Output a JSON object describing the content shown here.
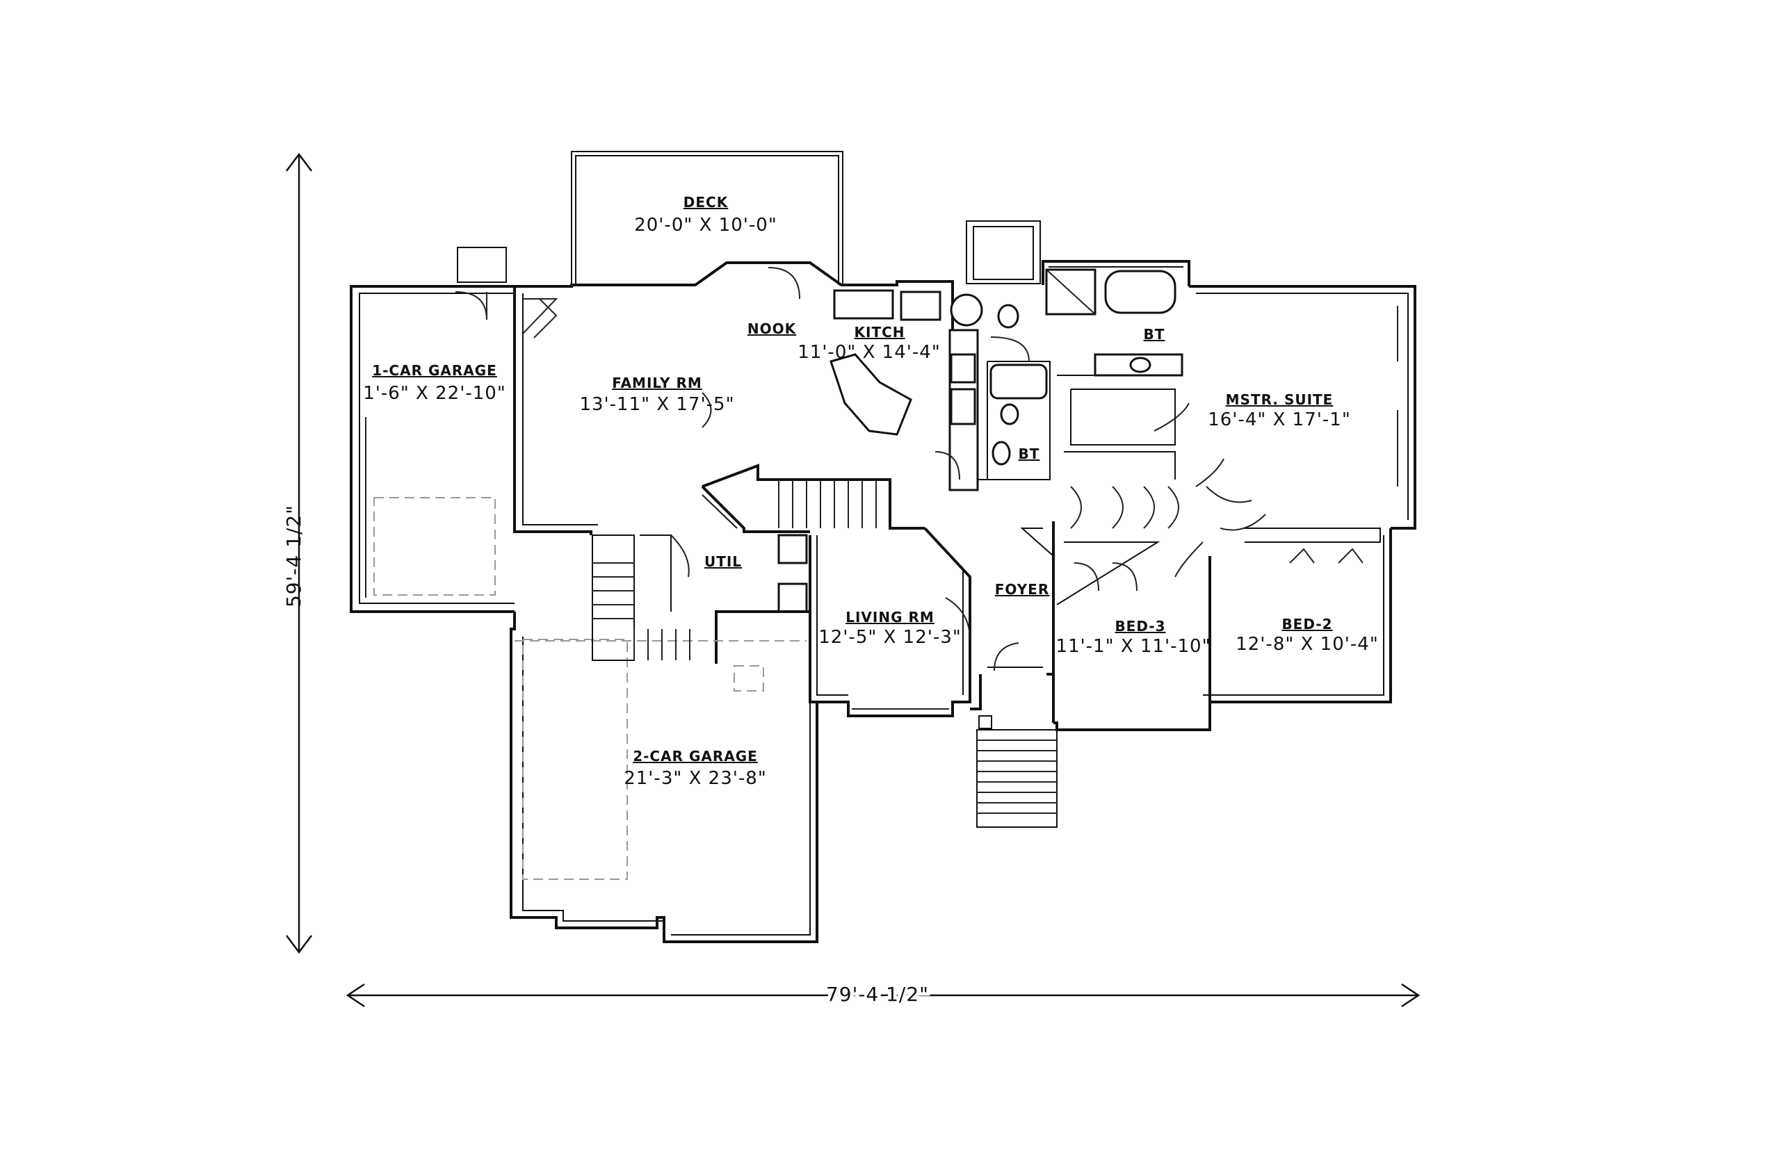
{
  "overall_dimensions": {
    "width": "79'-4 1/2\"",
    "depth": "59'-4 1/2\""
  },
  "rooms": {
    "deck": {
      "name": "DECK",
      "size": "20'-0\" X 10'-0\""
    },
    "nook": {
      "name": "NOOK"
    },
    "kitchen": {
      "name": "KITCH",
      "size": "11'-0\" X 14'-4\""
    },
    "family": {
      "name": "FAMILY RM",
      "size": "13'-11\" X 17'-5\""
    },
    "garage1": {
      "name": "1-CAR GARAGE",
      "size": "1'-6\" X 22'-10\""
    },
    "master_bath": {
      "name": "BT"
    },
    "master_suite": {
      "name": "MSTR. SUITE",
      "size": "16'-4\" X 17'-1\""
    },
    "bath": {
      "name": "BT"
    },
    "util": {
      "name": "UTIL"
    },
    "living": {
      "name": "LIVING RM",
      "size": "12'-5\" X 12'-3\""
    },
    "foyer": {
      "name": "FOYER"
    },
    "bed3": {
      "name": "BED-3",
      "size": "11'-1\" X 11'-10\""
    },
    "bed2": {
      "name": "BED-2",
      "size": "12'-8\" X 10'-4\""
    },
    "garage2": {
      "name": "2-CAR GARAGE",
      "size": "21'-3\" X 23'-8\""
    }
  }
}
